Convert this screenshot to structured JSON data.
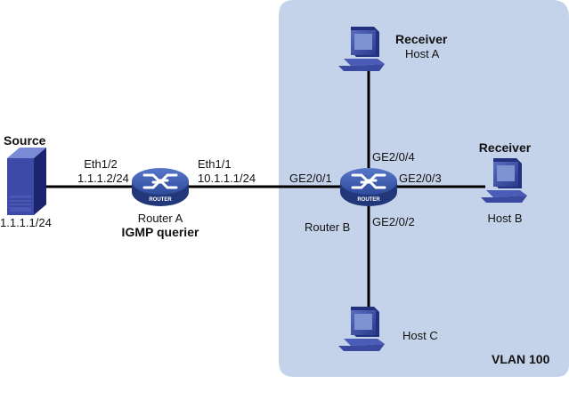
{
  "colors": {
    "vlan_region": "#c5d3ea",
    "link": "#000000",
    "router_top": "#3d5db0",
    "router_side": "#22367a",
    "device": "#3d4fa6",
    "device_dark": "#1f2b78",
    "device_screen": "#6f88c9"
  },
  "region": {
    "label": "VLAN 100"
  },
  "source": {
    "title": "Source",
    "ip": "1.1.1.1/24",
    "icon": "server-icon"
  },
  "router_a": {
    "name": "Router A",
    "role": "IGMP querier",
    "icon_text": "ROUTER",
    "ports": [
      {
        "name": "Eth1/2",
        "ip": "1.1.1.2/24"
      },
      {
        "name": "Eth1/1",
        "ip": "10.1.1.1/24"
      }
    ]
  },
  "router_b": {
    "name": "Router B",
    "icon_text": "ROUTER",
    "ports": {
      "west": "GE2/0/1",
      "north": "GE2/0/4",
      "east": "GE2/0/3",
      "south": "GE2/0/2"
    }
  },
  "hosts": [
    {
      "name": "Host A",
      "role": "Receiver"
    },
    {
      "name": "Host B",
      "role": "Receiver"
    },
    {
      "name": "Host C",
      "role": ""
    }
  ]
}
